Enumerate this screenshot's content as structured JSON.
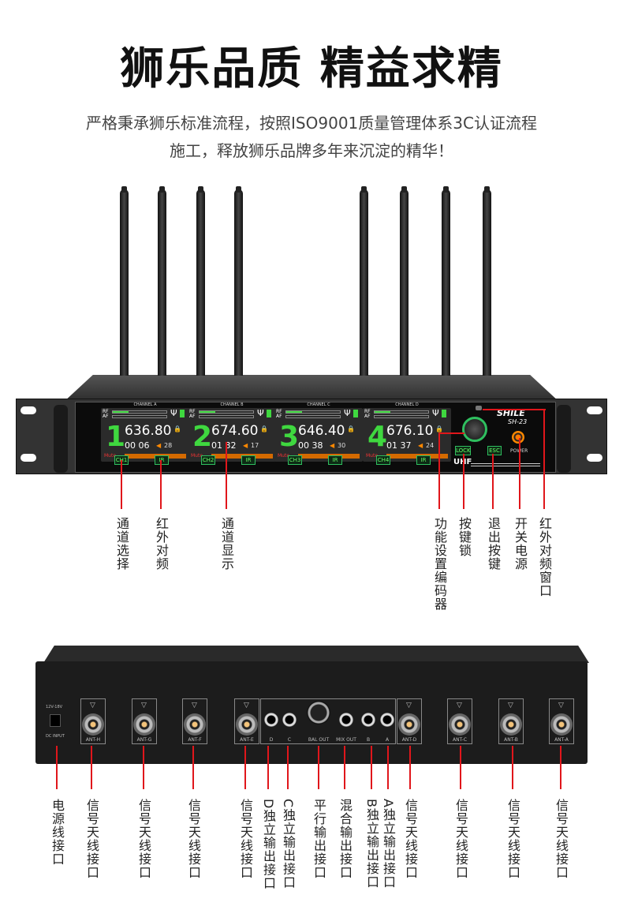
{
  "title": "狮乐品质 精益求精",
  "subtitle_lines": [
    "严格秉承狮乐标准流程，按照ISO9001质量管理体系3C认证流程",
    "施工，释放狮乐品牌多年来沉淀的精华！"
  ],
  "front": {
    "brand": "SHILE",
    "model": "SH-23",
    "band": "UHF",
    "power_label": "POWER",
    "lock_label": "LOCK",
    "esc_label": "ESC",
    "channels": [
      {
        "header": "CHANNEL A",
        "num": "1",
        "freq": "636.80",
        "time": "00 06",
        "vol": "28",
        "ch_btn": "CH1",
        "ir_btn": "IR"
      },
      {
        "header": "CHANNEL B",
        "num": "2",
        "freq": "674.60",
        "time": "01 32",
        "vol": "17",
        "ch_btn": "CH2",
        "ir_btn": "IR"
      },
      {
        "header": "CHANNEL C",
        "num": "3",
        "freq": "646.40",
        "time": "00 38",
        "vol": "30",
        "ch_btn": "CH3",
        "ir_btn": "IR"
      },
      {
        "header": "CHANNEL D",
        "num": "4",
        "freq": "676.10",
        "time": "01 37",
        "vol": "24",
        "ch_btn": "CH4",
        "ir_btn": "IR"
      }
    ],
    "lcd_rf": "RF",
    "lcd_af": "AF",
    "lcd_mute": "Mute",
    "callouts": [
      "通道选择",
      "红外对频",
      "通道显示",
      "功能设置编码器",
      "按键锁",
      "退出按键",
      "开关电源",
      "红外对频窗口"
    ]
  },
  "back": {
    "dc_label": "DC INPUT",
    "dc_spec": "12V-18V",
    "ant_labels": [
      "ANT-H",
      "ANT-G",
      "ANT-F",
      "ANT-E",
      "ANT-D",
      "ANT-C",
      "ANT-B",
      "ANT-A"
    ],
    "out_labels": [
      "D",
      "C",
      "BAL OUT",
      "MIX OUT",
      "B",
      "A"
    ],
    "callouts": [
      "电源线接口",
      "信号天线接口",
      "信号天线接口",
      "信号天线接口",
      "信号天线接口",
      "D独立输出接口",
      "C独立输出接口",
      "平行输出接口",
      "混合输出接口",
      "B独立输出接口",
      "A独立输出接口",
      "信号天线接口",
      "信号天线接口",
      "信号天线接口",
      "信号天线接口"
    ]
  }
}
